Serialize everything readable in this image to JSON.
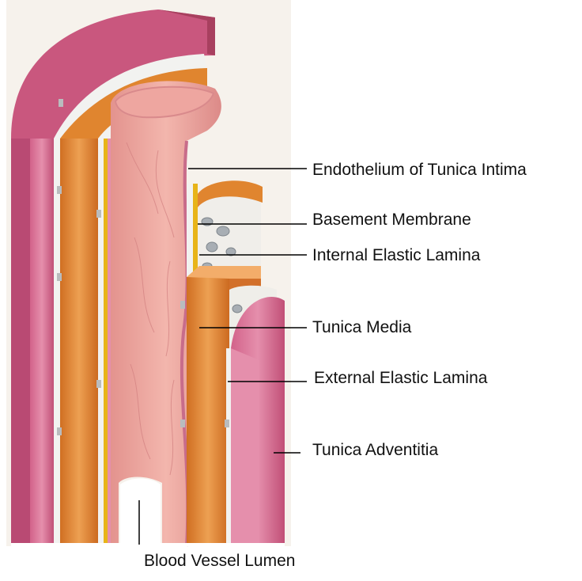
{
  "labels": {
    "endothelium": "Endothelium of Tunica Intima",
    "basement": "Basement Membrane",
    "internal_elastic": "Internal Elastic Lamina",
    "media": "Tunica Media",
    "external_elastic": "External Elastic Lamina",
    "adventitia": "Tunica Adventitia",
    "lumen": "Blood Vessel Lumen"
  },
  "colors": {
    "adventitia": "#c9577e",
    "adventitia_light": "#e58fac",
    "media": "#d9792a",
    "media_light": "#eda052",
    "intima": "#e9a29a",
    "intima_dark": "#d98a8c",
    "elastic": "#f2f2f0",
    "basement": "#e8b418",
    "fenestra": "#a8aeb4",
    "leader": "#000000",
    "page_bg": "#f6f2ec"
  }
}
